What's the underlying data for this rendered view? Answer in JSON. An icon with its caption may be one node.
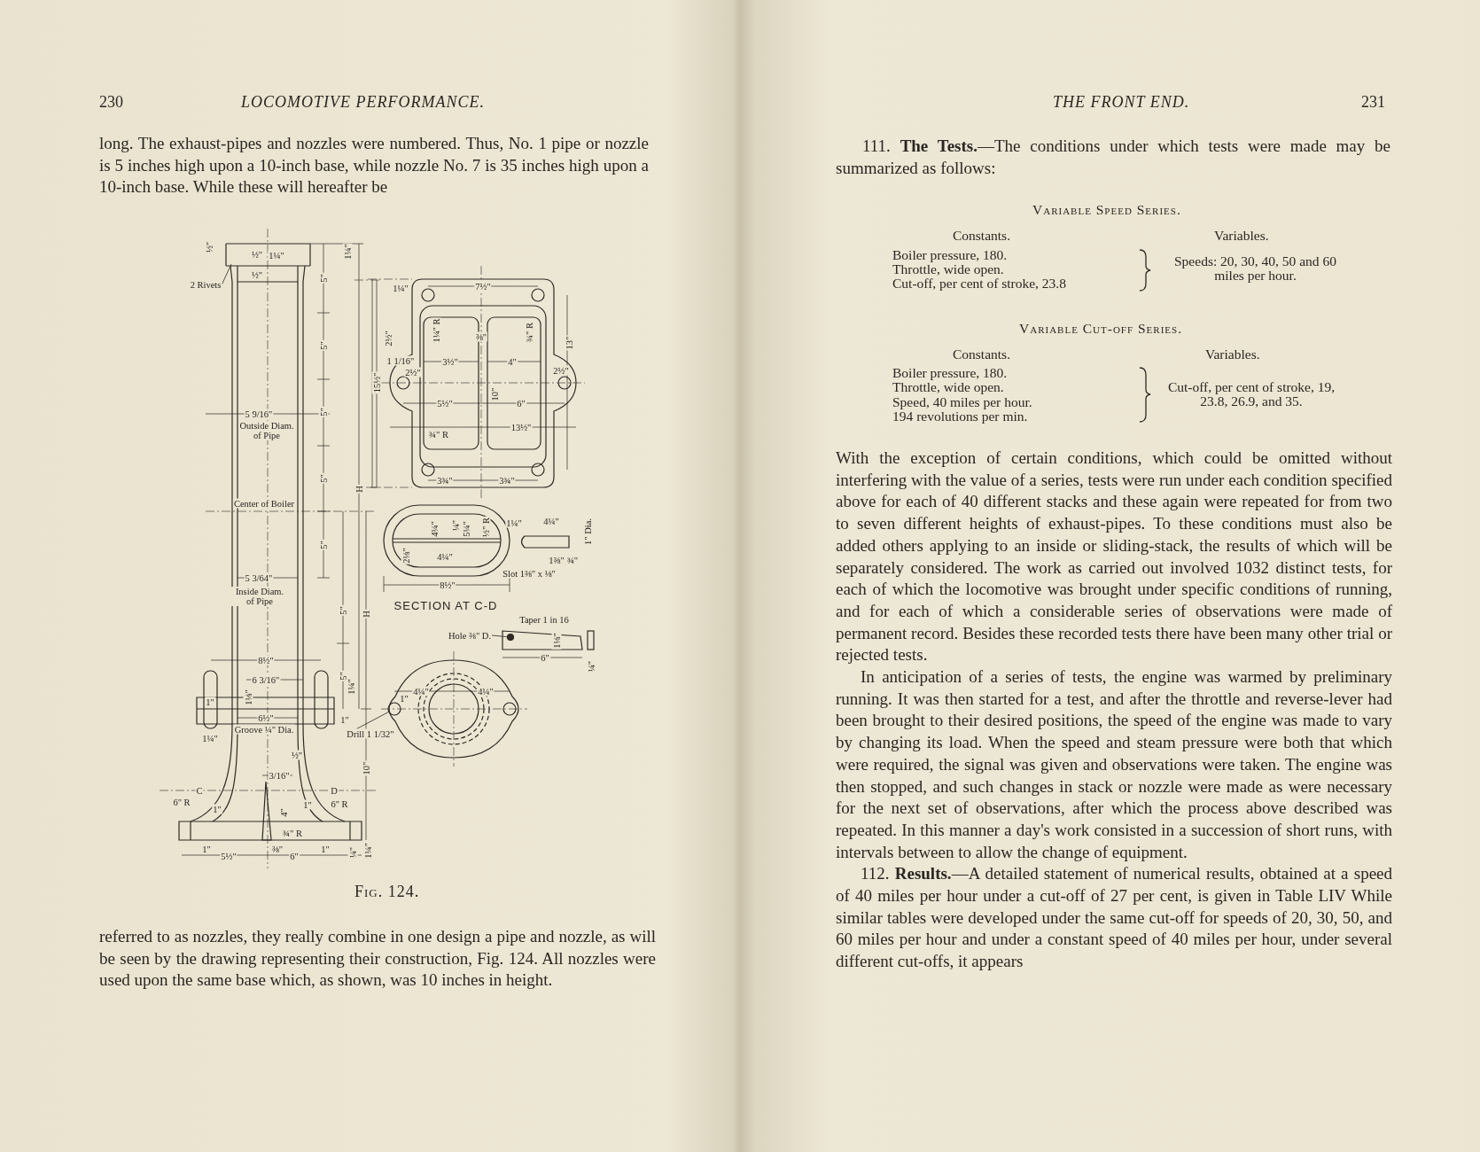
{
  "diagram": {
    "caption": "Fig. 124.",
    "nodes": [
      {
        "text": [
          "2 Rivets"
        ]
      },
      {
        "text": [
          "Hole ⅜\" D."
        ]
      },
      {
        "text": [
          "Drill 1 1/32\""
        ]
      },
      {
        "text": [],
        "shape": "circle"
      },
      {
        "text": [],
        "shape": "circle"
      }
    ],
    "edges": [
      {
        "from": 0,
        "to": null,
        "arrow": "none"
      },
      {
        "from": 1,
        "to": 3,
        "arrow": "none"
      },
      {
        "from": 2,
        "to": 4,
        "arrow": "none"
      }
    ],
    "labels": [
      "230",
      "LOCOMOTIVE PERFORMANCE.",
      "long. The exhaust-pipes and nozzles were numbered. Thus, No. 1 pipe or nozzle is 5 inches high upon a 10-inch base, while nozzle No. 7 is 35 inches high upon a 10-inch base. While these will hereafter be",
      "½\"",
      "½\"",
      "1¼\"",
      "½\"",
      "1¼\"",
      "5\"",
      "5\"",
      "5\"",
      "5\"",
      "15½\"",
      "H",
      "5 9/16\"",
      "Outside Diam. of Pipe",
      "Center of Boiler",
      "5\"",
      "5 3/64\"",
      "Inside Diam. of Pipe",
      "5\"",
      "H",
      "5\"",
      "8½\"",
      "6 3/16\"",
      "1¼\"",
      "1⅛\"",
      "1\"",
      "6½\"",
      "1\"",
      "Groove ¼\" Dia.",
      "1¼\"",
      "½\"",
      "3/16\"",
      "10\"",
      "C",
      "D",
      "6\" R",
      "1\"",
      "1\"",
      "6\" R",
      "4\"",
      "¾\" R",
      "1\"",
      "5½\"",
      "⅜\"",
      "6\"",
      "1\"",
      "¼\"",
      "1¼\"",
      "1¼\"",
      "7½\"",
      "2½\"",
      "1¼\" R",
      "⅜\"",
      "¾\" R",
      "13\"",
      "1 1/16\"",
      "2½\"",
      "3½\"",
      "4\"",
      "2½\"",
      "10\"",
      "5½\"",
      "6\"",
      "13½\"",
      "¾\" R",
      "3¾\"",
      "3¾\"",
      "4¼\"",
      "¼\"",
      "5¼\"",
      "½\" R",
      "2⅛\"",
      "4¼\"",
      "1¼\"",
      "4¼\"",
      "1\" Dia.",
      "1⅜\"",
      "¾\"",
      "Slot 1⅜\" x ⅛\"",
      "8½\"",
      "SECTION AT C-D",
      "Taper 1 in 16",
      "1⅛\"",
      "6\"",
      "¼\"",
      "4¼\"",
      "4¼\"",
      "1\"",
      "referred to as nozzles, they really combine in one design a pipe and nozzle, as will be seen by the drawing representing their construction, Fig. 124. All nozzles were used upon the same base which, as shown, was 10 inches in height.",
      "THE FRONT END.",
      "231",
      "111. **The Tests.**—The conditions under which tests were made may be summarized as follows:",
      "Variable Speed Series.",
      "Constants.",
      "Variables.",
      "Boiler pressure, 180.",
      "Throttle, wide open.",
      "Cut-off, per cent of stroke, 23.8",
      "Speeds: 20, 30, 40, 50 and 60 miles per hour.",
      "Variable Cut-off Series.",
      "Constants.",
      "Variables.",
      "Boiler pressure, 180.",
      "Throttle, wide open.",
      "Speed, 40 miles per hour.",
      "194 revolutions per min.",
      "Cut-off, per cent of stroke, 19, 23.8, 26.9, and 35.",
      "With the exception of certain conditions, which could be omitted without interfering with the value of a series, tests were run under each condition specified above for each of 40 different stacks and these again were repeated for from two to seven different heights of exhaust-pipes. To these conditions must also be added others applying to an inside or sliding-stack, the results of which will be separately considered. The work as carried out involved 1032 distinct tests, for each of which the locomotive was brought under specific conditions of running, and for each of which a considerable series of observations were made of permanent record. Besides these recorded tests there have been many other trial or rejected tests.",
      "In anticipation of a series of tests, the engine was warmed by preliminary running. It was then started for a test, and after the throttle and reverse-lever had been brought to their desired positions, the speed of the engine was made to vary by changing its load. When the speed and steam pressure were both that which were required, the signal was given and observations were taken. The engine was then stopped, and such changes in stack or nozzle were made as were necessary for the next set of observations, after which the process above described was repeated. In this manner a day's work consisted in a succession of short runs, with intervals between to allow the change of equipment.",
      "112. **Results.**—A detailed statement of numerical results, obtained at a speed of 40 miles per hour under a cut-off of 27 per cent, is given in Table LIV While similar tables were developed under the same cut-off for speeds of 20, 30, 50, and 60 miles per hour and under a constant speed of 40 miles per hour, under several different cut-offs, it appears"
    ]
  }
}
